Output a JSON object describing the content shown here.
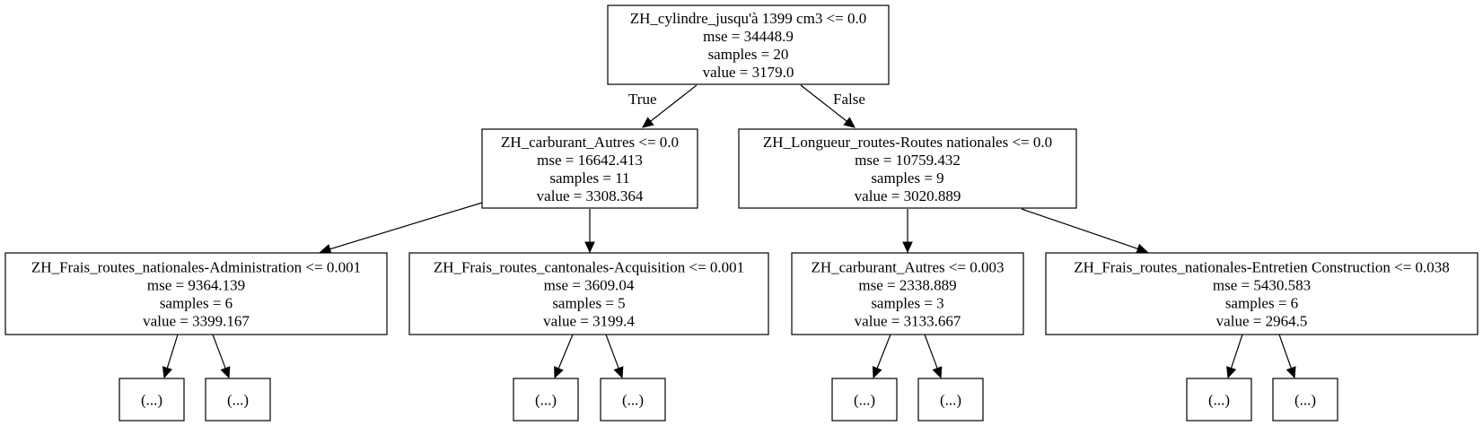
{
  "tree": {
    "nodes": [
      {
        "id": "root",
        "lines": [
          "ZH_cylindre_jusqu'à 1399 cm3 <= 0.0",
          "mse = 34448.9",
          "samples = 20",
          "value = 3179.0"
        ]
      },
      {
        "id": "n1",
        "lines": [
          "ZH_carburant_Autres <= 0.0",
          "mse = 16642.413",
          "samples = 11",
          "value = 3308.364"
        ]
      },
      {
        "id": "n2",
        "lines": [
          "ZH_Longueur_routes-Routes nationales <= 0.0",
          "mse = 10759.432",
          "samples = 9",
          "value = 3020.889"
        ]
      },
      {
        "id": "n3",
        "lines": [
          "ZH_Frais_routes_nationales-Administration <= 0.001",
          "mse = 9364.139",
          "samples = 6",
          "value = 3399.167"
        ]
      },
      {
        "id": "n4",
        "lines": [
          "ZH_Frais_routes_cantonales-Acquisition <= 0.001",
          "mse = 3609.04",
          "samples = 5",
          "value = 3199.4"
        ]
      },
      {
        "id": "n5",
        "lines": [
          "ZH_carburant_Autres <= 0.003",
          "mse = 2338.889",
          "samples = 3",
          "value = 3133.667"
        ]
      },
      {
        "id": "n6",
        "lines": [
          "ZH_Frais_routes_nationales-Entretien Construction <= 0.038",
          "mse = 5430.583",
          "samples = 6",
          "value = 2964.5"
        ]
      },
      {
        "id": "t1",
        "lines": [
          "(...)"
        ]
      },
      {
        "id": "t2",
        "lines": [
          "(...)"
        ]
      },
      {
        "id": "t3",
        "lines": [
          "(...)"
        ]
      },
      {
        "id": "t4",
        "lines": [
          "(...)"
        ]
      },
      {
        "id": "t5",
        "lines": [
          "(...)"
        ]
      },
      {
        "id": "t6",
        "lines": [
          "(...)"
        ]
      },
      {
        "id": "t7",
        "lines": [
          "(...)"
        ]
      },
      {
        "id": "t8",
        "lines": [
          "(...)"
        ]
      }
    ],
    "edges": [
      {
        "from": "root",
        "to": "n1",
        "label": "True"
      },
      {
        "from": "root",
        "to": "n2",
        "label": "False"
      },
      {
        "from": "n1",
        "to": "n3",
        "label": ""
      },
      {
        "from": "n1",
        "to": "n4",
        "label": ""
      },
      {
        "from": "n2",
        "to": "n5",
        "label": ""
      },
      {
        "from": "n2",
        "to": "n6",
        "label": ""
      },
      {
        "from": "n3",
        "to": "t1",
        "label": ""
      },
      {
        "from": "n3",
        "to": "t2",
        "label": ""
      },
      {
        "from": "n4",
        "to": "t3",
        "label": ""
      },
      {
        "from": "n4",
        "to": "t4",
        "label": ""
      },
      {
        "from": "n5",
        "to": "t5",
        "label": ""
      },
      {
        "from": "n5",
        "to": "t6",
        "label": ""
      },
      {
        "from": "n6",
        "to": "t7",
        "label": ""
      },
      {
        "from": "n6",
        "to": "t8",
        "label": ""
      }
    ]
  }
}
